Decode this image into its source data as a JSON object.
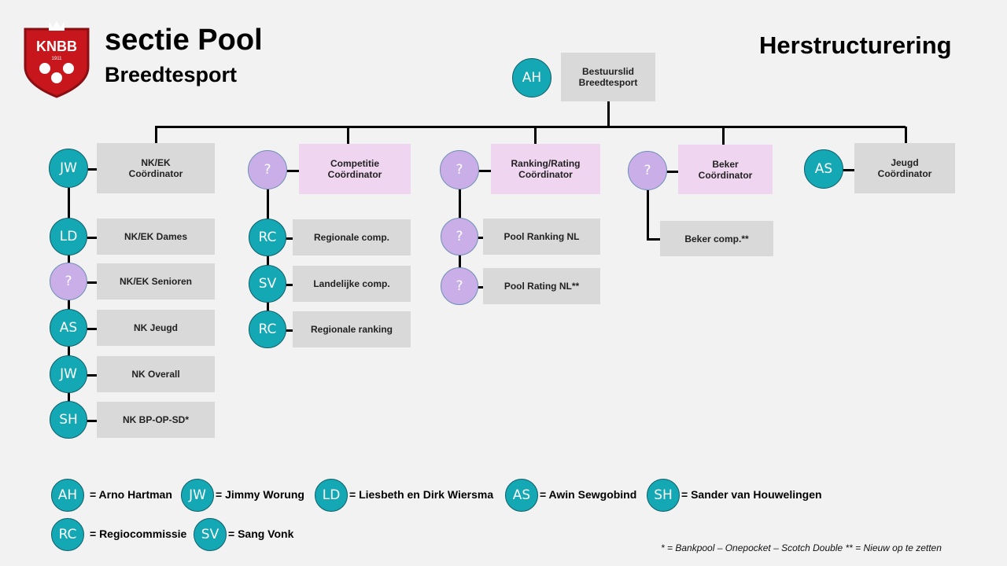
{
  "logo": {
    "text": "KNBB",
    "year": "1911"
  },
  "header": {
    "title": "sectie Pool",
    "subtitle": "Breedtesport",
    "heading": "Herstructurering"
  },
  "root": {
    "initials": "AH",
    "label": "Bestuurslid\nBreedtesport"
  },
  "columns": [
    {
      "coordinator": {
        "initials": "JW",
        "label": "NK/EK\nCoördinator",
        "open": false
      },
      "items": [
        {
          "initials": "LD",
          "label": "NK/EK Dames",
          "open": false
        },
        {
          "initials": "?",
          "label": "NK/EK Senioren",
          "open": true
        },
        {
          "initials": "AS",
          "label": "NK Jeugd",
          "open": false
        },
        {
          "initials": "JW",
          "label": "NK Overall",
          "open": false
        },
        {
          "initials": "SH",
          "label": "NK BP-OP-SD*",
          "open": false
        }
      ]
    },
    {
      "coordinator": {
        "initials": "?",
        "label": "Competitie\nCoördinator",
        "open": true
      },
      "items": [
        {
          "initials": "RC",
          "label": "Regionale comp.",
          "open": false
        },
        {
          "initials": "SV",
          "label": "Landelijke comp.",
          "open": false
        },
        {
          "initials": "RC",
          "label": "Regionale ranking",
          "open": false
        }
      ]
    },
    {
      "coordinator": {
        "initials": "?",
        "label": "Ranking/Rating\nCoördinator",
        "open": true
      },
      "items": [
        {
          "initials": "?",
          "label": "Pool Ranking NL",
          "open": true
        },
        {
          "initials": "?",
          "label": "Pool Rating NL**",
          "open": true
        }
      ]
    },
    {
      "coordinator": {
        "initials": "?",
        "label": "Beker\nCoördinator",
        "open": true
      },
      "items": [
        {
          "initials": "",
          "label": "Beker comp.**",
          "open": false
        }
      ]
    },
    {
      "coordinator": {
        "initials": "AS",
        "label": "Jeugd\nCoördinator",
        "open": false
      },
      "items": []
    }
  ],
  "legend": [
    {
      "initials": "AH",
      "name": "= Arno Hartman"
    },
    {
      "initials": "JW",
      "name": "= Jimmy Worung"
    },
    {
      "initials": "LD",
      "name": "= Liesbeth en Dirk Wiersma"
    },
    {
      "initials": "AS",
      "name": "= Awin Sewgobind"
    },
    {
      "initials": "SH",
      "name": "= Sander van Houwelingen"
    },
    {
      "initials": "RC",
      "name": "= Regiocommissie"
    },
    {
      "initials": "SV",
      "name": "= Sang Vonk"
    }
  ],
  "footnote": "* = Bankpool – Onepocket – Scotch Double     ** = Nieuw op te zetten",
  "colors": {
    "teal": "#13a8b4",
    "purple": "#c9aee8",
    "pink_box": "#efd5f0",
    "grey_box": "#d9d9d9",
    "shield_red": "#c8161d"
  }
}
